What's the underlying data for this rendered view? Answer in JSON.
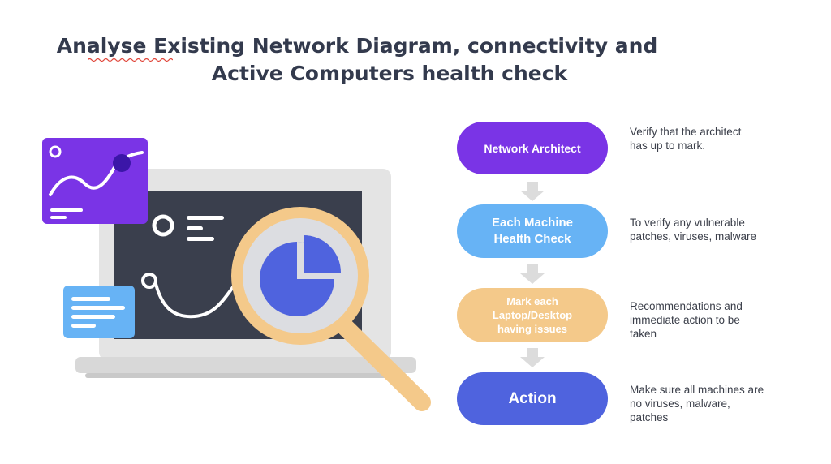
{
  "title": {
    "line1": "Analyse Existing Network Diagram, connectivity and",
    "line2": "Active Computers health check"
  },
  "colors": {
    "title": "#333a4d",
    "step1": "#7a34e6",
    "step2": "#67b3f5",
    "step3": "#f4c98a",
    "step4": "#4f63de",
    "arrow": "#dcdcdc",
    "magnifier": "#f4c98a"
  },
  "steps": [
    {
      "lines": [
        "Network Architect"
      ]
    },
    {
      "lines": [
        "Each Machine",
        "Health Check"
      ]
    },
    {
      "lines": [
        "Mark each",
        "Laptop/Desktop",
        "having issues"
      ]
    },
    {
      "lines": [
        "Action"
      ]
    }
  ],
  "descriptions": [
    {
      "lines": [
        "Verify that the architect",
        "has up to mark."
      ]
    },
    {
      "lines": [
        "To verify any vulnerable",
        "patches, viruses, malware"
      ]
    },
    {
      "lines": [
        "Recommendations and",
        "immediate action to be",
        "taken"
      ]
    },
    {
      "lines": [
        "Make sure all machines are",
        "no viruses, malware,",
        "patches"
      ]
    }
  ]
}
